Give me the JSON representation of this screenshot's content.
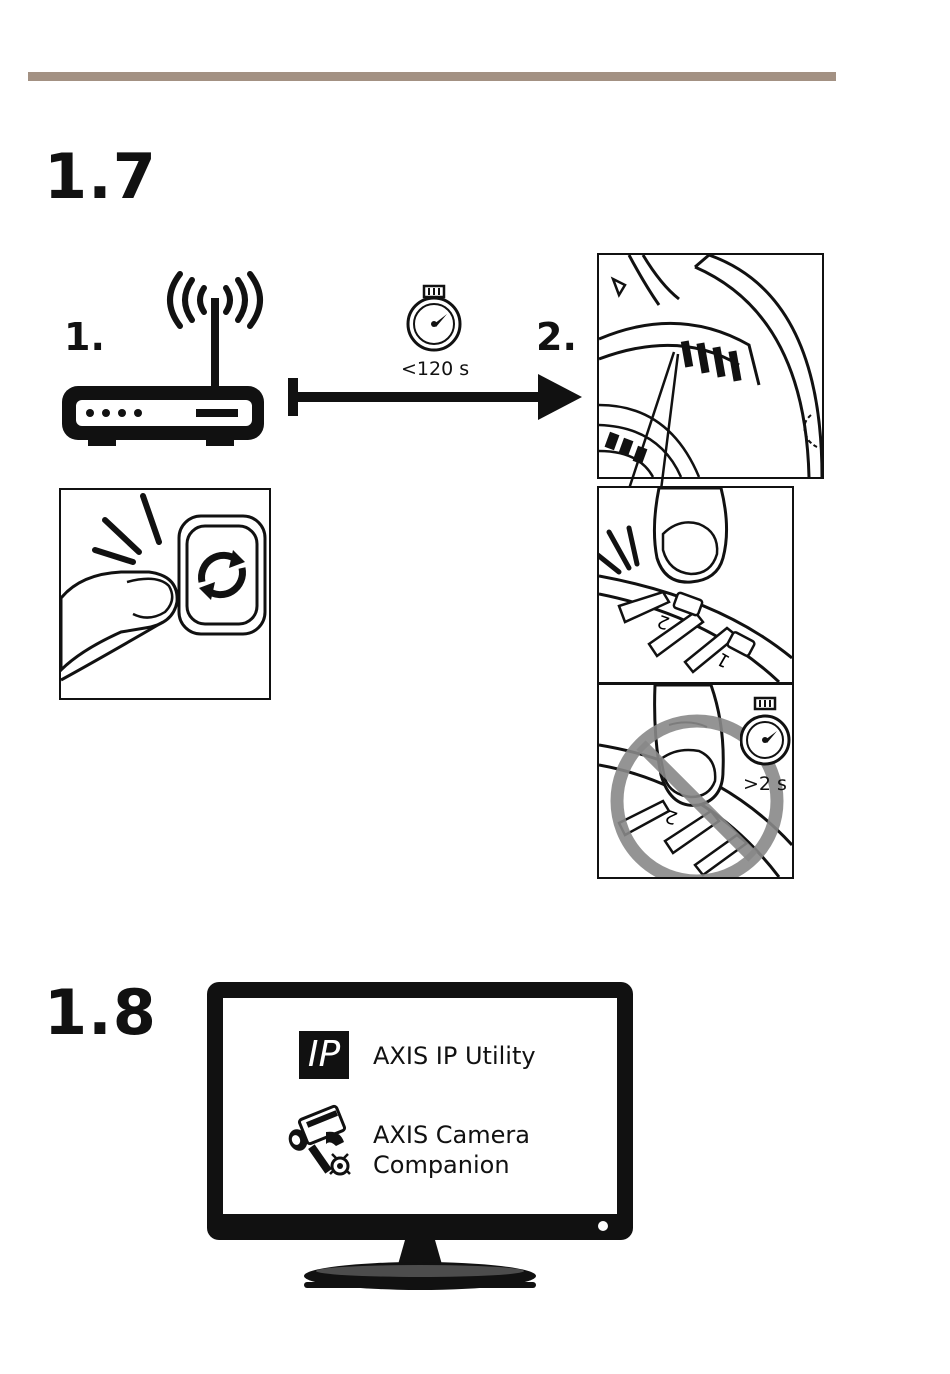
{
  "section_1_7": {
    "number": "1.7",
    "step1": "1.",
    "step2": "2.",
    "timer_limit": "<120 s",
    "hold_time": ">2 s"
  },
  "section_1_8": {
    "number": "1.8",
    "apps": [
      {
        "label": "AXIS IP Utility",
        "icon": "ip-utility-icon",
        "icon_text": "IP"
      },
      {
        "label_line1": "AXIS Camera",
        "label_line2": "Companion",
        "icon": "camera-companion-icon"
      }
    ]
  },
  "colors": {
    "rule": "#a39183",
    "ink": "#111111",
    "prohibition": "#888888"
  }
}
